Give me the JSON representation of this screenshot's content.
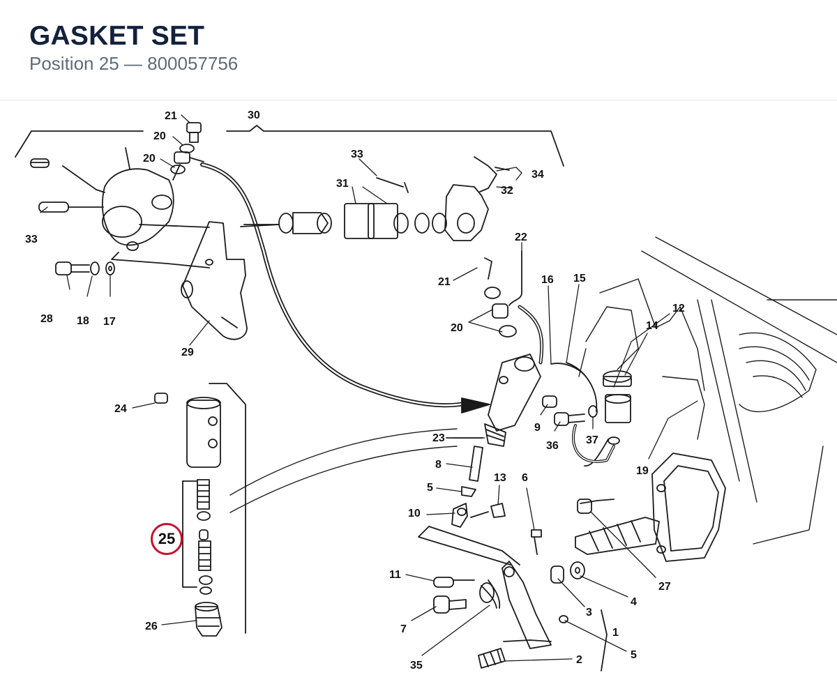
{
  "header": {
    "title": "GASKET SET",
    "position_label": "Position",
    "position_number": "25",
    "separator": "—",
    "part_number": "800057756"
  },
  "diagram": {
    "highlighted": "25",
    "highlight_color": "#c8102e",
    "callouts": [
      {
        "id": "c-21a",
        "text": "21"
      },
      {
        "id": "c-30",
        "text": "30"
      },
      {
        "id": "c-20a",
        "text": "20"
      },
      {
        "id": "c-20b",
        "text": "20"
      },
      {
        "id": "c-33a",
        "text": "33"
      },
      {
        "id": "c-31",
        "text": "31"
      },
      {
        "id": "c-34",
        "text": "34"
      },
      {
        "id": "c-32",
        "text": "32"
      },
      {
        "id": "c-33b",
        "text": "33"
      },
      {
        "id": "c-28",
        "text": "28"
      },
      {
        "id": "c-18",
        "text": "18"
      },
      {
        "id": "c-17",
        "text": "17"
      },
      {
        "id": "c-29",
        "text": "29"
      },
      {
        "id": "c-22",
        "text": "22"
      },
      {
        "id": "c-21b",
        "text": "21"
      },
      {
        "id": "c-16",
        "text": "16"
      },
      {
        "id": "c-15",
        "text": "15"
      },
      {
        "id": "c-12",
        "text": "12"
      },
      {
        "id": "c-14",
        "text": "14"
      },
      {
        "id": "c-20c",
        "text": "20"
      },
      {
        "id": "c-24",
        "text": "24"
      },
      {
        "id": "c-9",
        "text": "9"
      },
      {
        "id": "c-36",
        "text": "36"
      },
      {
        "id": "c-37",
        "text": "37"
      },
      {
        "id": "c-23",
        "text": "23"
      },
      {
        "id": "c-19",
        "text": "19"
      },
      {
        "id": "c-8",
        "text": "8"
      },
      {
        "id": "c-5a",
        "text": "5"
      },
      {
        "id": "c-13",
        "text": "13"
      },
      {
        "id": "c-6",
        "text": "6"
      },
      {
        "id": "c-10",
        "text": "10"
      },
      {
        "id": "c-27",
        "text": "27"
      },
      {
        "id": "c-11",
        "text": "11"
      },
      {
        "id": "c-4",
        "text": "4"
      },
      {
        "id": "c-3",
        "text": "3"
      },
      {
        "id": "c-7",
        "text": "7"
      },
      {
        "id": "c-1",
        "text": "1"
      },
      {
        "id": "c-26",
        "text": "26"
      },
      {
        "id": "c-5b",
        "text": "5"
      },
      {
        "id": "c-35",
        "text": "35"
      },
      {
        "id": "c-2",
        "text": "2"
      }
    ]
  }
}
